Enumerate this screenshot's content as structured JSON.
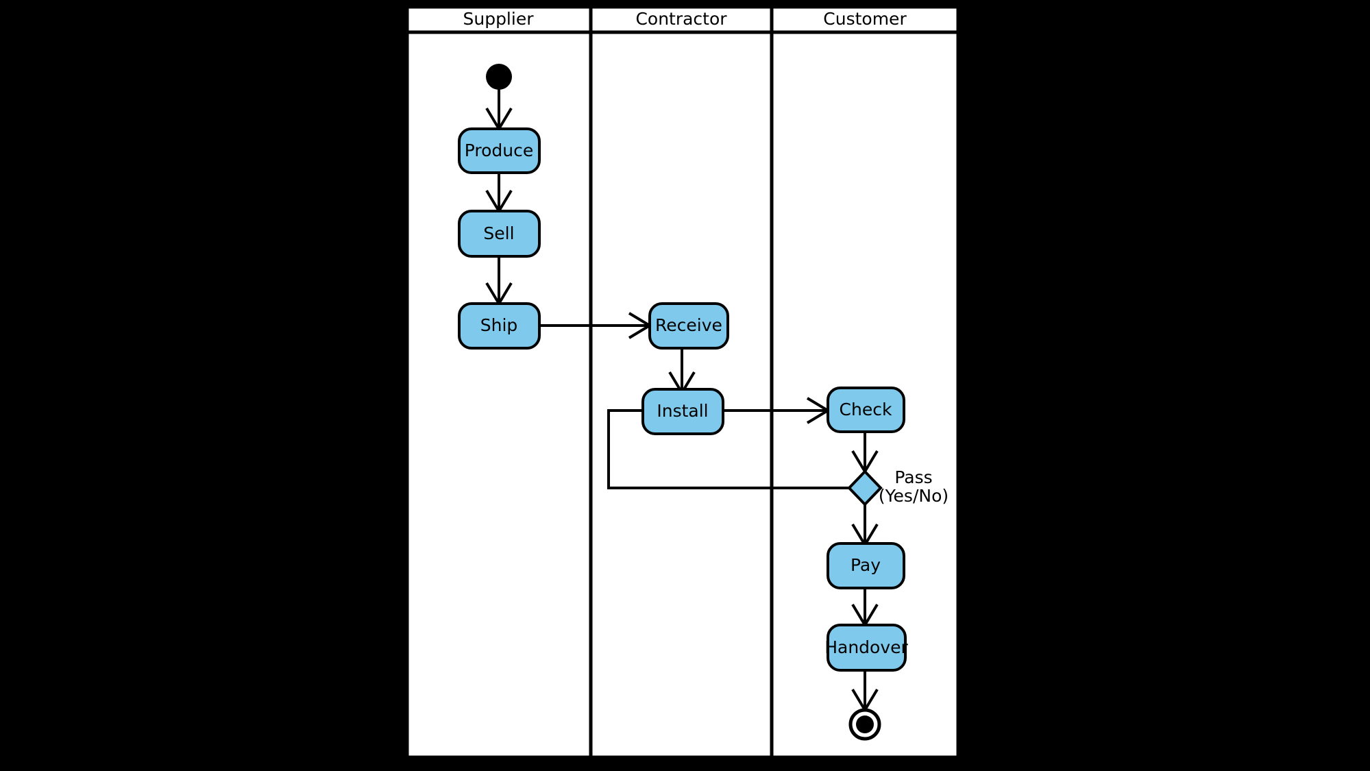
{
  "diagram": {
    "type": "uml-activity-swimlane",
    "background_color": "#000000",
    "canvas_color": "#ffffff",
    "node_fill_color": "#7FCAEC",
    "stroke_color": "#000000",
    "lanes": [
      {
        "id": "supplier",
        "label": "Supplier"
      },
      {
        "id": "contractor",
        "label": "Contractor"
      },
      {
        "id": "customer",
        "label": "Customer"
      }
    ],
    "nodes": [
      {
        "id": "start",
        "kind": "initial-node",
        "lane": "supplier",
        "label": ""
      },
      {
        "id": "produce",
        "kind": "activity",
        "lane": "supplier",
        "label": "Produce"
      },
      {
        "id": "sell",
        "kind": "activity",
        "lane": "supplier",
        "label": "Sell"
      },
      {
        "id": "ship",
        "kind": "activity",
        "lane": "supplier",
        "label": "Ship"
      },
      {
        "id": "receive",
        "kind": "activity",
        "lane": "contractor",
        "label": "Receive"
      },
      {
        "id": "install",
        "kind": "activity",
        "lane": "contractor",
        "label": "Install"
      },
      {
        "id": "check",
        "kind": "activity",
        "lane": "customer",
        "label": "Check"
      },
      {
        "id": "decision",
        "kind": "decision",
        "lane": "customer",
        "label": "Pass\n(Yes/No)"
      },
      {
        "id": "pay",
        "kind": "activity",
        "lane": "customer",
        "label": "Pay"
      },
      {
        "id": "handover",
        "kind": "activity",
        "lane": "customer",
        "label": "Handover"
      },
      {
        "id": "end",
        "kind": "final-node",
        "lane": "customer",
        "label": ""
      }
    ],
    "edge_labels": {
      "decision_line1": "Pass",
      "decision_line2": "(Yes/No)"
    },
    "edges": [
      {
        "from": "start",
        "to": "produce"
      },
      {
        "from": "produce",
        "to": "sell"
      },
      {
        "from": "sell",
        "to": "ship"
      },
      {
        "from": "ship",
        "to": "receive"
      },
      {
        "from": "receive",
        "to": "install"
      },
      {
        "from": "install",
        "to": "check"
      },
      {
        "from": "check",
        "to": "decision"
      },
      {
        "from": "decision",
        "to": "install"
      },
      {
        "from": "decision",
        "to": "pay"
      },
      {
        "from": "pay",
        "to": "handover"
      },
      {
        "from": "handover",
        "to": "end"
      }
    ]
  }
}
